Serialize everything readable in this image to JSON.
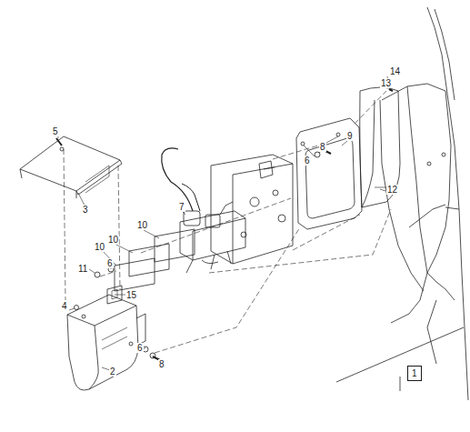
{
  "diagram": {
    "nodes": [
      {
        "text": [
          "1"
        ]
      }
    ],
    "labels": [
      "14",
      "13",
      "5",
      "9",
      "8",
      "6",
      "3",
      "7",
      "10",
      "12",
      "10",
      "10",
      "6",
      "11",
      "15",
      "4",
      "6",
      "8",
      "2"
    ]
  }
}
